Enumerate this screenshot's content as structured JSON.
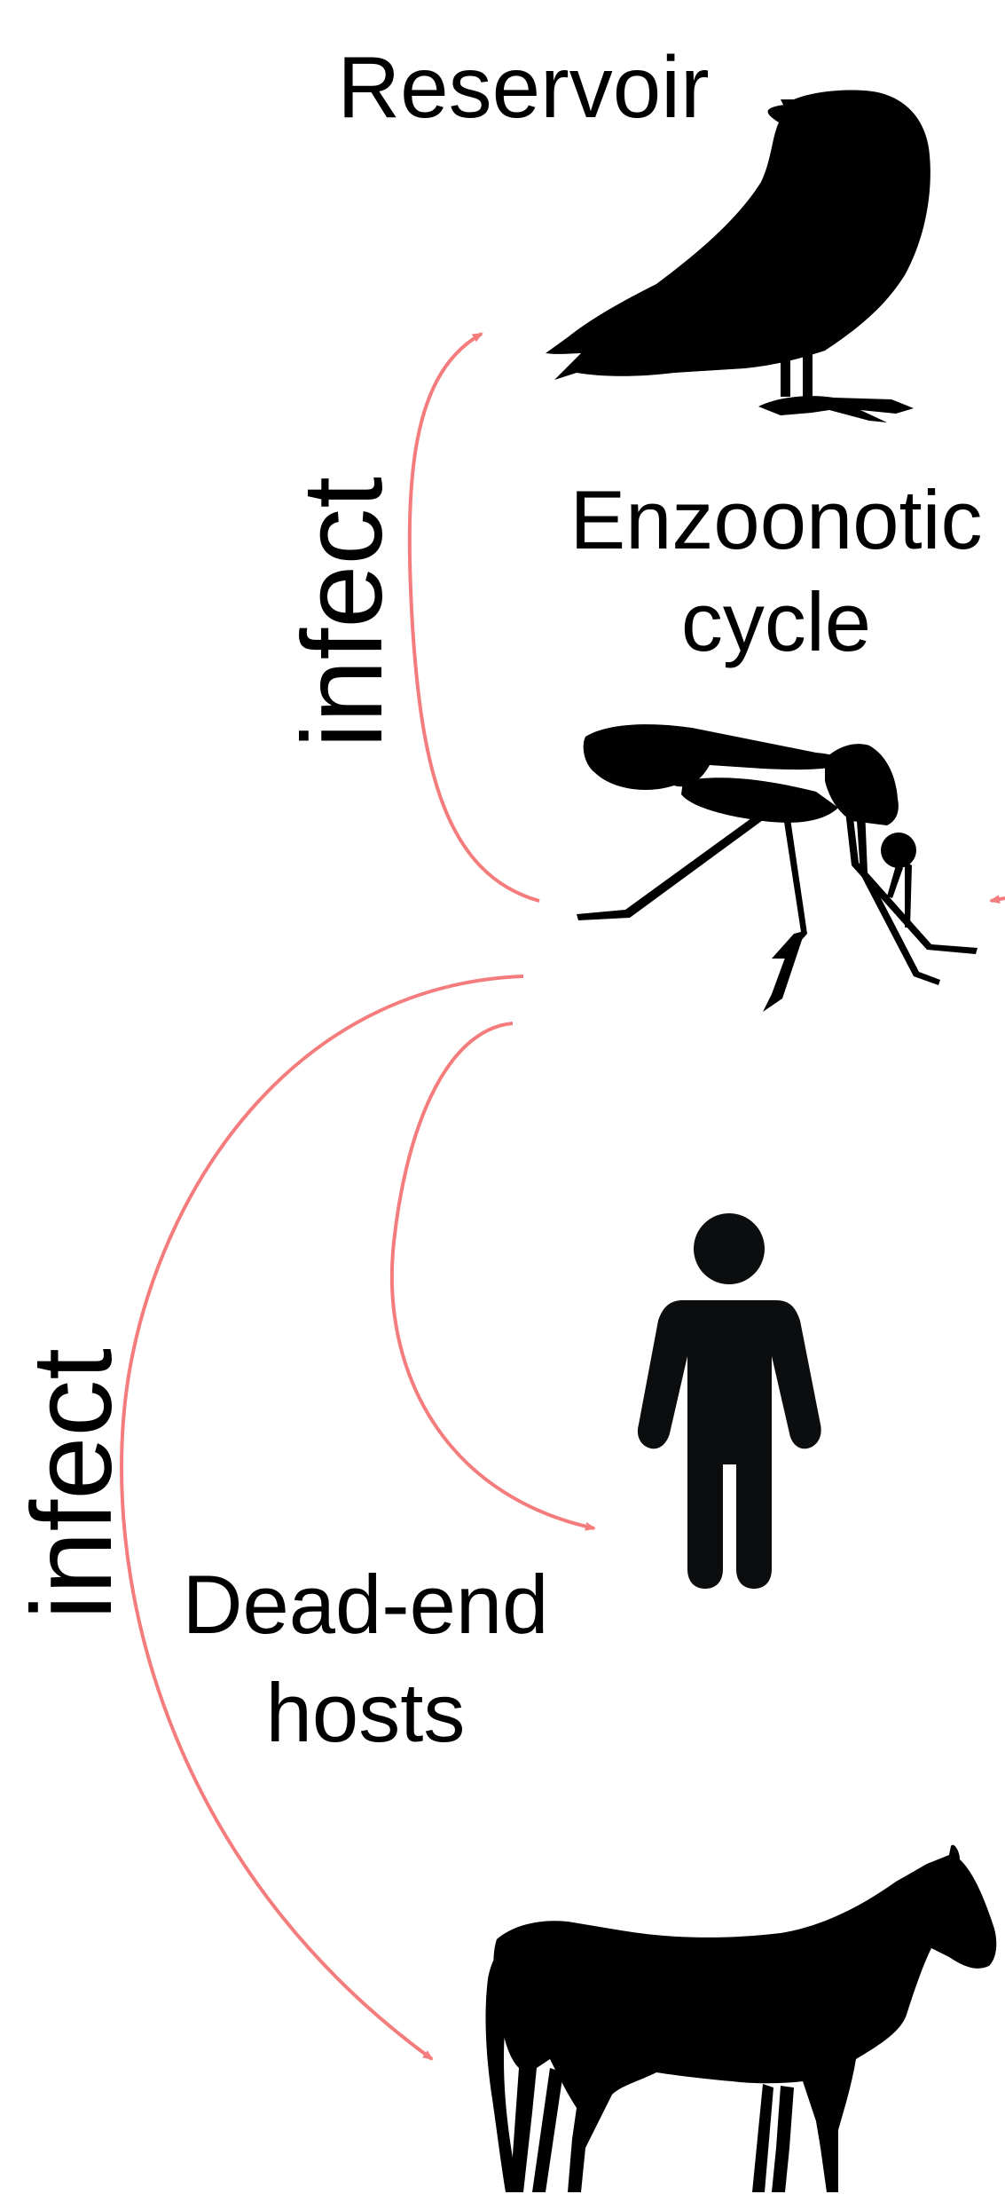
{
  "colors": {
    "arrow": "#F47C7C",
    "silhouette": "#000000",
    "human": "#0B0D0E",
    "background": "#FFFFFF"
  },
  "icons": [
    "crow-icon",
    "mosquito-icon",
    "human-icon",
    "horse-icon"
  ],
  "labels": {
    "reservoir": "Reservoir",
    "enzoonotic_line1": "Enzoonotic",
    "enzoonotic_line2": "cycle",
    "infect_upper": "infect",
    "infect_lower": "infect",
    "dead_end_line1": "Dead-end",
    "dead_end_line2": "hosts"
  }
}
